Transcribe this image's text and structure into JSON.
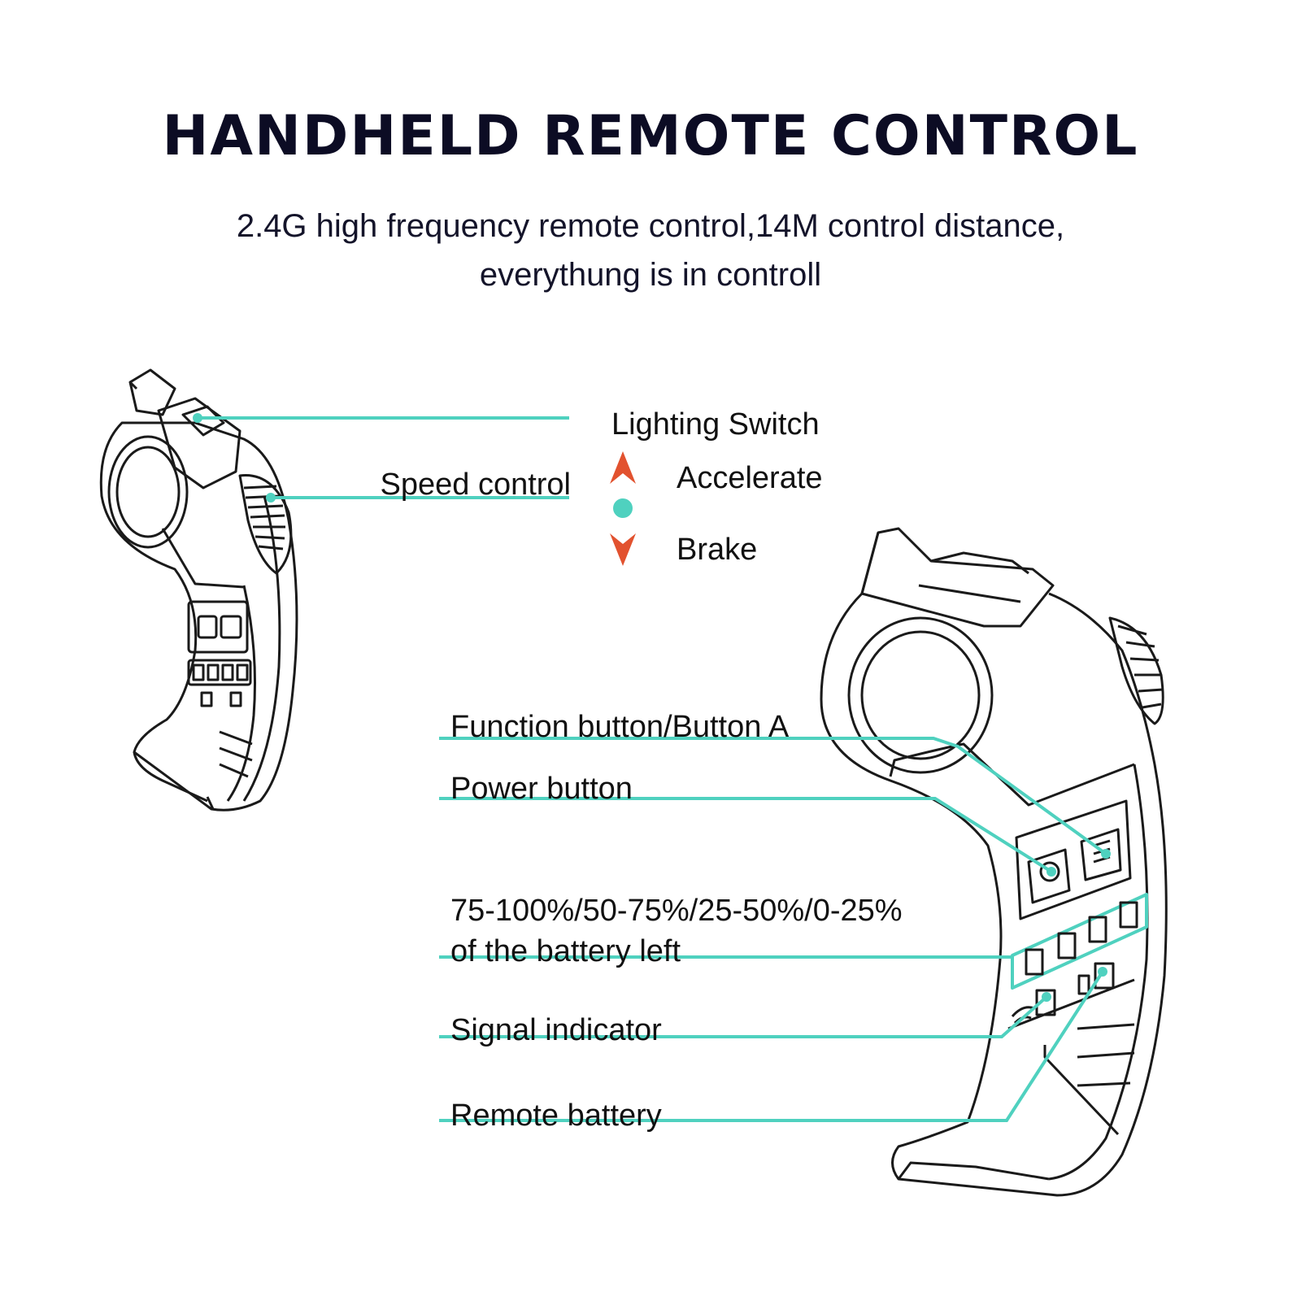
{
  "header": {
    "title": "HANDHELD REMOTE CONTROL",
    "subtitle_line1": "2.4G high frequency remote control,14M control distance,",
    "subtitle_line2": "everythung is in controll"
  },
  "callouts": {
    "lighting_switch": "Lighting Switch",
    "speed_control": "Speed control",
    "accelerate": "Accelerate",
    "brake": "Brake",
    "function_button": "Function button/Button A",
    "power_button": "Power button",
    "battery_levels_line1": "75-100%/50-75%/25-50%/0-25%",
    "battery_levels_line2": "of the battery left",
    "signal_indicator": "Signal indicator",
    "remote_battery": "Remote battery"
  },
  "colors": {
    "leader_line": "#4fd1bf",
    "arrow": "#e2522f",
    "outline": "#1a1a1a"
  }
}
